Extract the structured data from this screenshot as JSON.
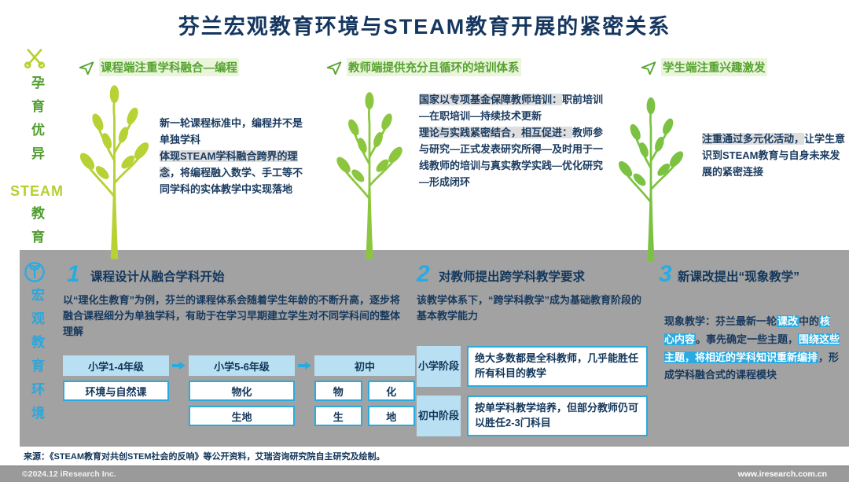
{
  "title": "芬兰宏观教育环境与STEAM教育开展的紧密关系",
  "sidebar": {
    "top_vertical": "孕育优异",
    "steam": "STEAM",
    "edu_vertical": "教育",
    "bottom_vertical": "宏观教育环境"
  },
  "columns": [
    {
      "header": "课程端注重学科融合—编程",
      "body": [
        {
          "text": "新一轮课程标准中，编程并不是单独学科\n",
          "hl": false
        },
        {
          "text": "体现STEAM学科融合跨界的理念",
          "hl": true
        },
        {
          "text": "，将编程融入数学、手工等不同学科的实体教学中实现落地",
          "hl": false
        }
      ]
    },
    {
      "header": "教师端提供充分且循环的培训体系",
      "body": [
        {
          "text": "国家以专项基金保障教师培训：",
          "hl": true
        },
        {
          "text": "职前培训—在职培训—持续技术更新\n",
          "hl": false
        },
        {
          "text": "理论与实践紧密结合，相互促进：",
          "hl": true
        },
        {
          "text": "教师参与研究—正式发表研究所得—及时用于一线教师的培训与真实教学实践—优化研究—形成闭环",
          "hl": false
        }
      ]
    },
    {
      "header": "学生端注重兴趣激发",
      "body": [
        {
          "text": "注重通过多元化活动，",
          "hl": true
        },
        {
          "text": "让学生意识到STEAM教育与自身未来发展的紧密连接",
          "hl": false
        }
      ]
    }
  ],
  "panel": {
    "sections": [
      {
        "number": "1",
        "title": "课程设计从融合学科开始",
        "body": "以“理化生教育”为例，芬兰的课程体系会随着学生年龄的不断升高，逐步将融合课程细分为单独学科，有助于在学习早期建立学生对不同学科间的整体理解",
        "flow": {
          "stage1": {
            "header": "小学1-4年级",
            "cells": [
              "环境与自然课"
            ]
          },
          "stage2": {
            "header": "小学5-6年级",
            "cells": [
              "物化",
              "生地"
            ]
          },
          "stage3": {
            "header": "初中",
            "cells": [
              "物",
              "化",
              "生",
              "地"
            ]
          }
        }
      },
      {
        "number": "2",
        "title": "对教师提出跨学科教学要求",
        "body": "该教学体系下，“跨学科教学”成为基础教育阶段的基本教学能力",
        "rows": [
          {
            "label": "小学阶段",
            "text": "绝大多数都是全科教师，几乎能胜任所有科目的教学"
          },
          {
            "label": "初中阶段",
            "text": "按单学科教学培养，但部分教师仍可以胜任2-3门科目"
          }
        ]
      },
      {
        "number": "3",
        "title": "新课改提出“现象教学”",
        "body": [
          {
            "text": "现象教学：芬兰最新一轮",
            "hl": false
          },
          {
            "text": "课改",
            "hl": true
          },
          {
            "text": "中的",
            "hl": false
          },
          {
            "text": "核心内容",
            "hl": true
          },
          {
            "text": "。事先确定一些主题，",
            "hl": false
          },
          {
            "text": "围绕这些主题，将相近的学科知识重新编排",
            "hl": true
          },
          {
            "text": "，形成学科融合式的课程模块",
            "hl": false
          }
        ]
      }
    ]
  },
  "source": "来源：《STEAM教育对共创STEM社会的反响》等公开资料，艾瑞咨询研究院自主研究及绘制。",
  "footer": {
    "copyright": "©2024.12 iResearch Inc.",
    "website": "www.iresearch.com.cn"
  },
  "colors": {
    "accent_blue": "#29abe2",
    "green": "#55a32e",
    "yellow_green": "#b6d234",
    "navy": "#15365f",
    "panel_gray": "#a2a2a2",
    "light_blue": "#b9e0f2"
  }
}
